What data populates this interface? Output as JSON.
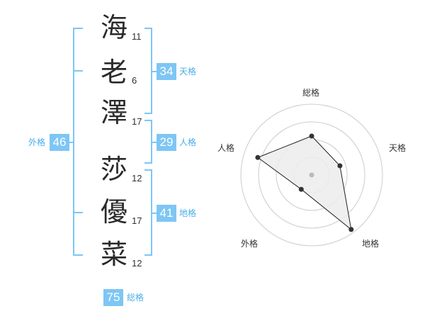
{
  "name": {
    "characters": [
      {
        "char": "海",
        "strokes": "11"
      },
      {
        "char": "老",
        "strokes": "6"
      },
      {
        "char": "澤",
        "strokes": "17"
      },
      {
        "char": "莎",
        "strokes": "12"
      },
      {
        "char": "優",
        "strokes": "17"
      },
      {
        "char": "菜",
        "strokes": "12"
      }
    ]
  },
  "kaku": {
    "tenkaku": {
      "label": "天格",
      "value": "34"
    },
    "jinkaku": {
      "label": "人格",
      "value": "29"
    },
    "chikaku": {
      "label": "地格",
      "value": "41"
    },
    "gaikaku": {
      "label": "外格",
      "value": "46"
    },
    "soukaku": {
      "label": "総格",
      "value": "75"
    }
  },
  "colors": {
    "accent": "#7dc6f5",
    "accent_text": "#4aaee8",
    "bracket": "#7dc6f5",
    "radar_fill": "#ececec",
    "radar_ring": "#cccccc"
  },
  "radar": {
    "axes": [
      "総格",
      "天格",
      "地格",
      "外格",
      "人格"
    ],
    "values": [
      0.55,
      0.42,
      0.95,
      0.25,
      0.8
    ],
    "rings": 4
  }
}
